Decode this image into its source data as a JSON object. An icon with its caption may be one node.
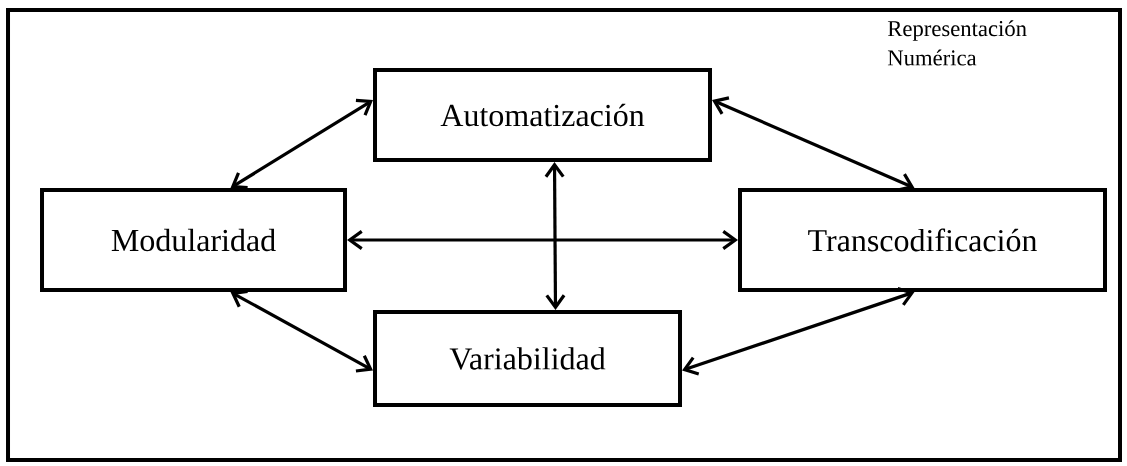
{
  "diagram": {
    "nodes": [
      {
        "text": [
          "Representación Numérica"
        ]
      },
      {
        "text": [
          "Automatización"
        ],
        "in": 0
      },
      {
        "text": [
          "Modularidad"
        ],
        "in": 0
      },
      {
        "text": [
          "Transcodificación"
        ],
        "in": 0
      },
      {
        "text": [
          "Variabilidad"
        ],
        "in": 0
      }
    ],
    "edges": [
      {
        "from": 2,
        "to": 1,
        "arrow": "both"
      },
      {
        "from": 1,
        "to": 3,
        "arrow": "both"
      },
      {
        "from": 2,
        "to": 3,
        "arrow": "both"
      },
      {
        "from": 1,
        "to": 4,
        "arrow": "both"
      },
      {
        "from": 2,
        "to": 4,
        "arrow": "both"
      },
      {
        "from": 4,
        "to": 3,
        "arrow": "both"
      }
    ]
  }
}
